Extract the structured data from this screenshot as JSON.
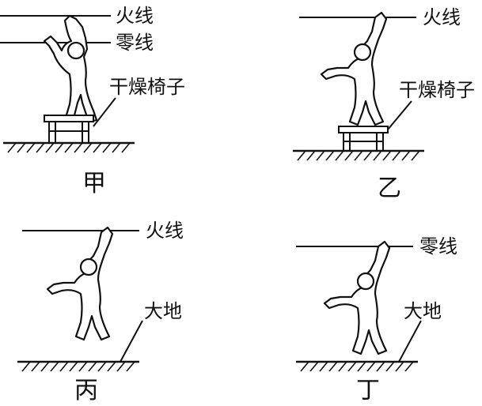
{
  "panels": [
    {
      "caption": "甲",
      "wire_labels": [
        "火线",
        "零线"
      ],
      "support_label": "干燥椅子"
    },
    {
      "caption": "乙",
      "wire_labels": [
        "火线"
      ],
      "support_label": "干燥椅子"
    },
    {
      "caption": "丙",
      "wire_labels": [
        "火线"
      ],
      "support_label": "大地"
    },
    {
      "caption": "丁",
      "wire_labels": [
        "零线"
      ],
      "support_label": "大地"
    }
  ]
}
